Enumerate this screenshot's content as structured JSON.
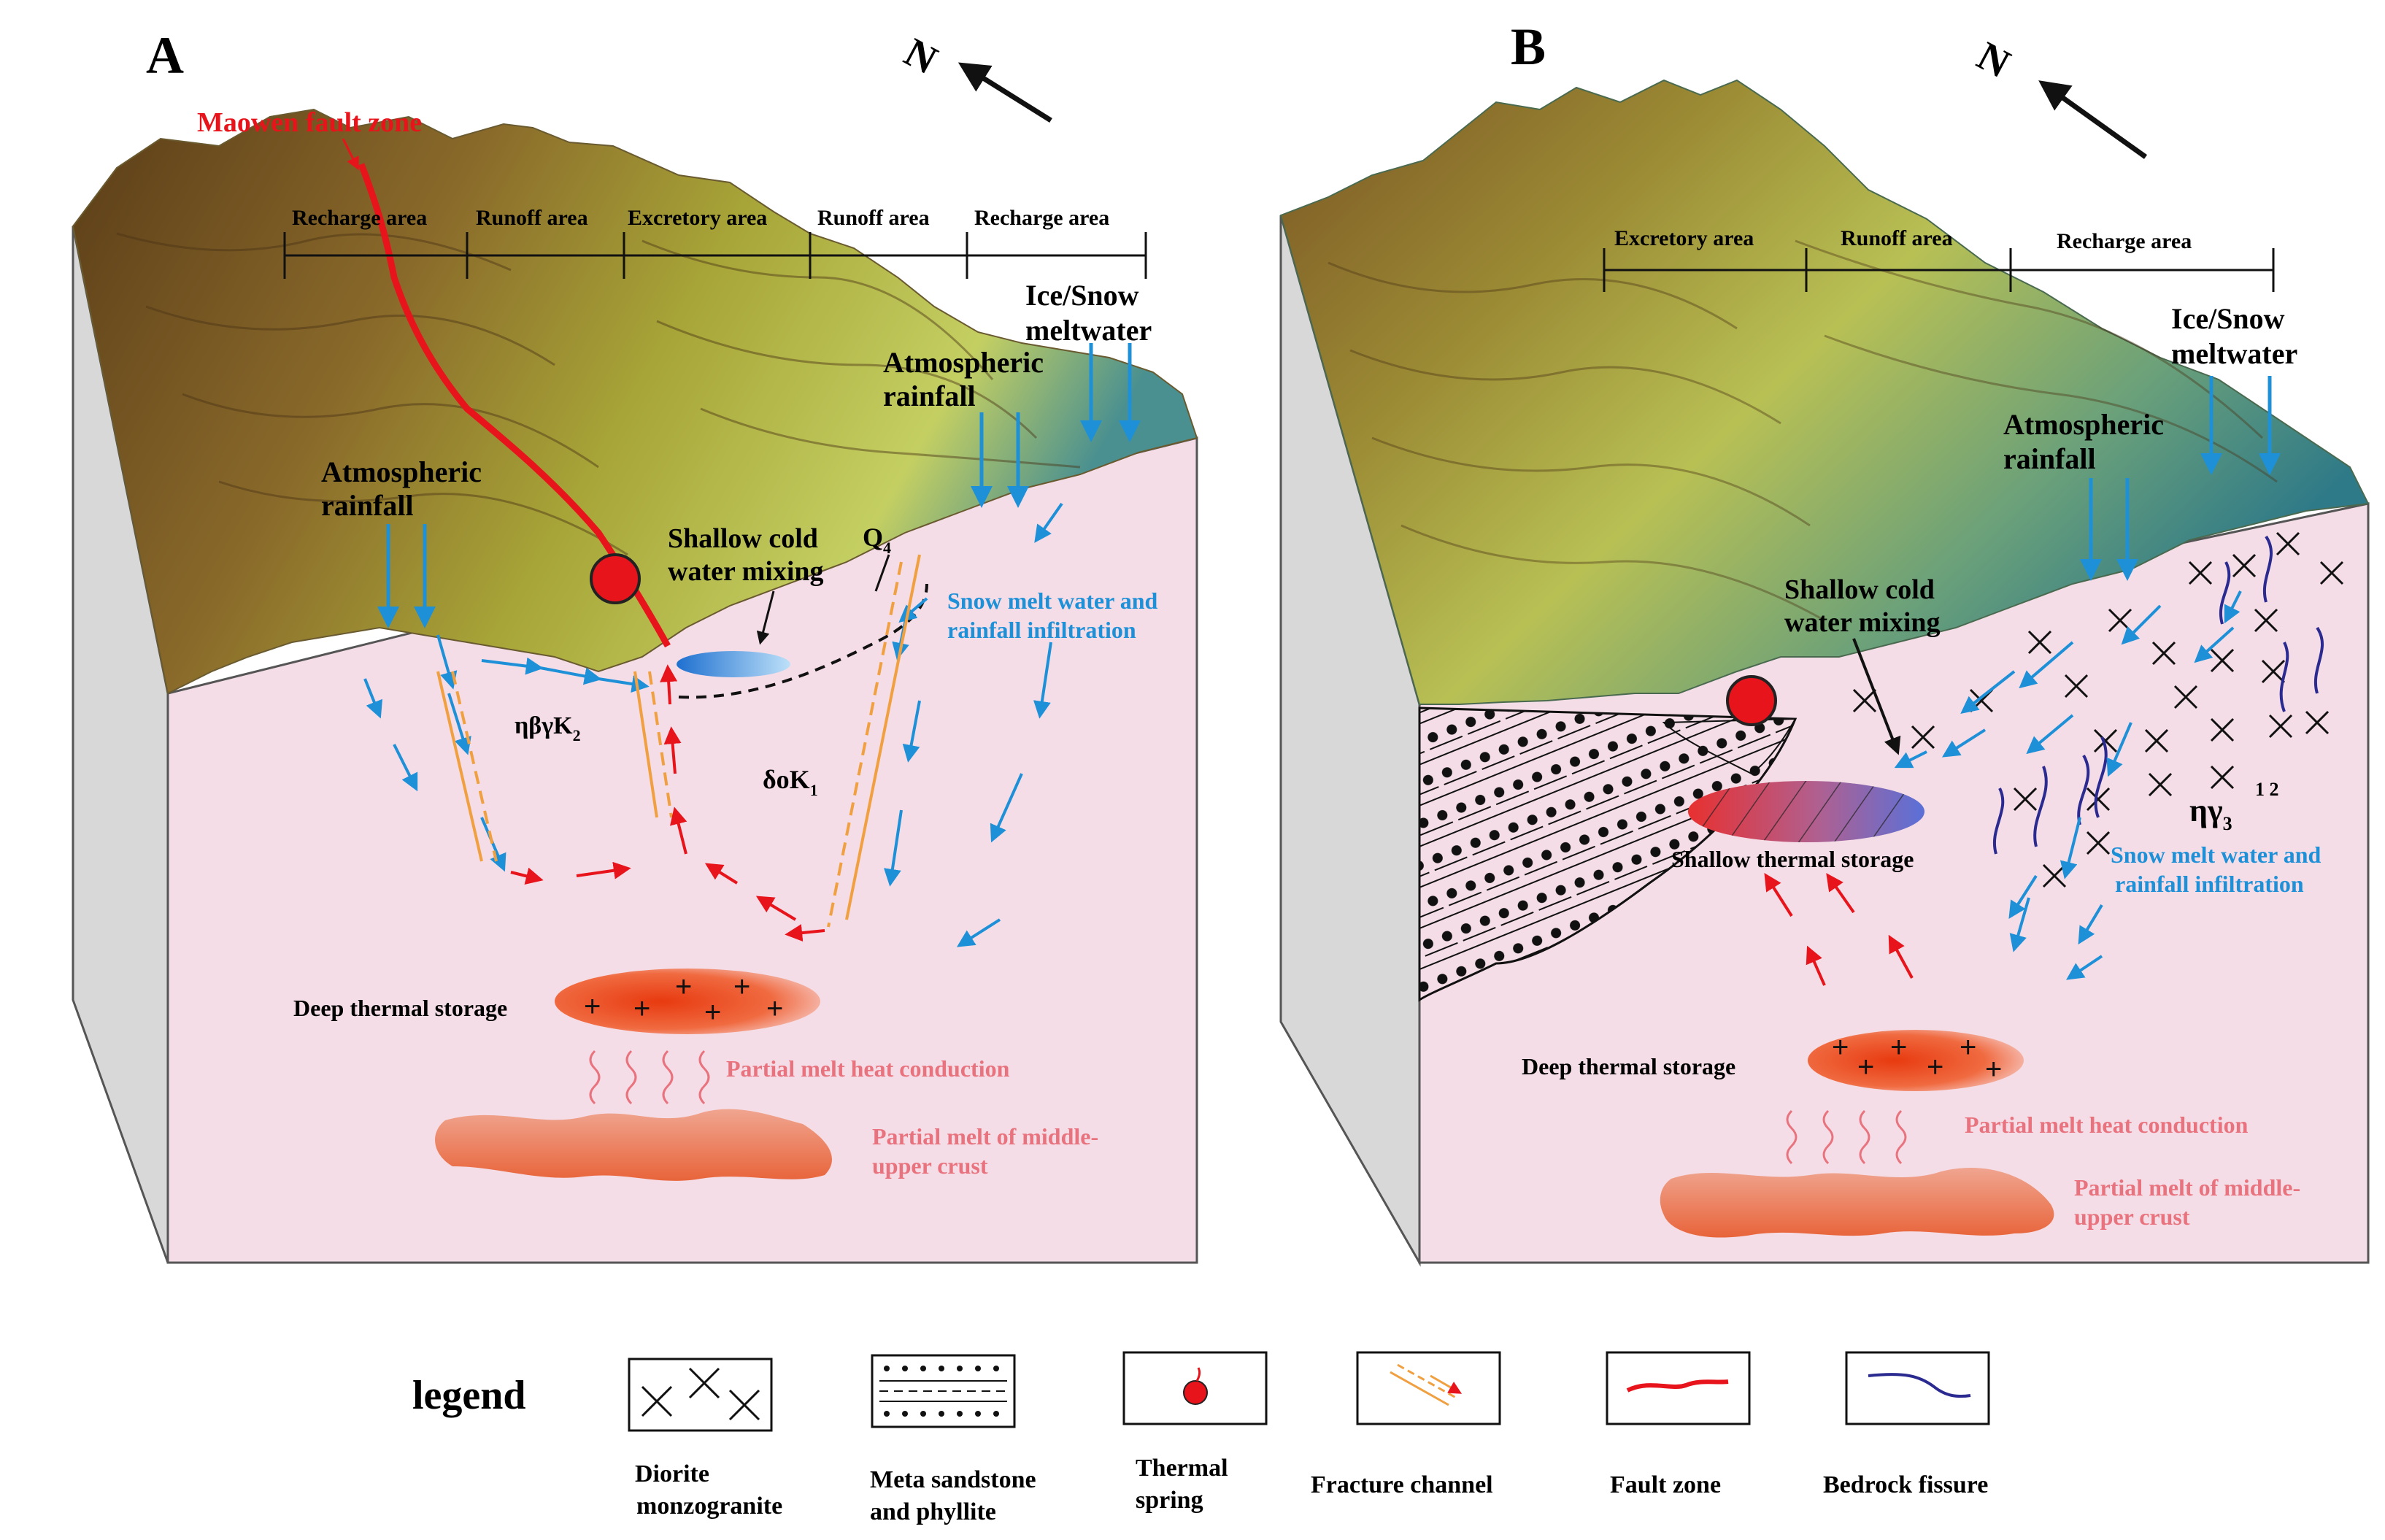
{
  "panels": [
    {
      "letter": "A",
      "north": "N",
      "fault_label": "Maowen fault zone",
      "zones": [
        "Recharge area",
        "Runoff area",
        "Excretory area",
        "Runoff area",
        "Recharge area"
      ],
      "ice_snow": [
        "Ice/Snow",
        "meltwater"
      ],
      "rain_right": [
        "Atmospheric",
        "rainfall"
      ],
      "rain_left": [
        "Atmospheric",
        "rainfall"
      ],
      "shallow": [
        "Shallow cold",
        "water mixing"
      ],
      "q": "Q",
      "q_sub": "4",
      "snow_infil": [
        "Snow melt water and",
        "rainfall infiltration"
      ],
      "formation1": "ηβγK",
      "formation1_sub": "2",
      "formation2": "δoK",
      "formation2_sub": "1",
      "deep": "Deep thermal storage",
      "heat": "Partial melt heat conduction",
      "melt": [
        "Partial melt of middle-",
        "upper crust"
      ]
    },
    {
      "letter": "B",
      "north": "N",
      "zones": [
        "Excretory area",
        "Runoff area",
        "Recharge area"
      ],
      "ice_snow": [
        "Ice/Snow",
        "meltwater"
      ],
      "rain": [
        "Atmospheric",
        "rainfall"
      ],
      "shallow": [
        "Shallow cold",
        "water mixing"
      ],
      "shallow_storage": "Shallow thermal storage",
      "formation": "ηγ",
      "formation_sub": "3",
      "formation_sup": "1  2",
      "snow_infil": [
        "Snow melt water and",
        "rainfall infiltration"
      ],
      "deep": "Deep thermal storage",
      "heat": "Partial melt heat conduction",
      "melt": [
        "Partial melt of middle-",
        "upper crust"
      ]
    }
  ],
  "legend": {
    "title": "legend",
    "items": [
      {
        "label": [
          "Diorite",
          "monzogranite"
        ],
        "icon": "diorite-pattern-icon"
      },
      {
        "label": [
          "Meta sandstone",
          "and phyllite"
        ],
        "icon": "sandstone-pattern-icon"
      },
      {
        "label": [
          "Thermal",
          "spring"
        ],
        "icon": "thermal-spring-icon"
      },
      {
        "label": [
          "Fracture channel"
        ],
        "icon": "fracture-channel-icon"
      },
      {
        "label": [
          "Fault zone"
        ],
        "icon": "fault-zone-icon"
      },
      {
        "label": [
          "Bedrock fissure"
        ],
        "icon": "bedrock-fissure-icon"
      }
    ]
  },
  "colors": {
    "section_pink": "#f4dde6",
    "side_gray": "#d9d9d9",
    "blue": "#1e90d8",
    "red": "#e8141c",
    "orange": "#f0a040",
    "label_pink": "#e8737e",
    "terrain_dark": "#6b4a1e",
    "terrain_mid": "#9a9a34",
    "terrain_light": "#c8d060",
    "terrain_teal": "#3d8a8a"
  }
}
